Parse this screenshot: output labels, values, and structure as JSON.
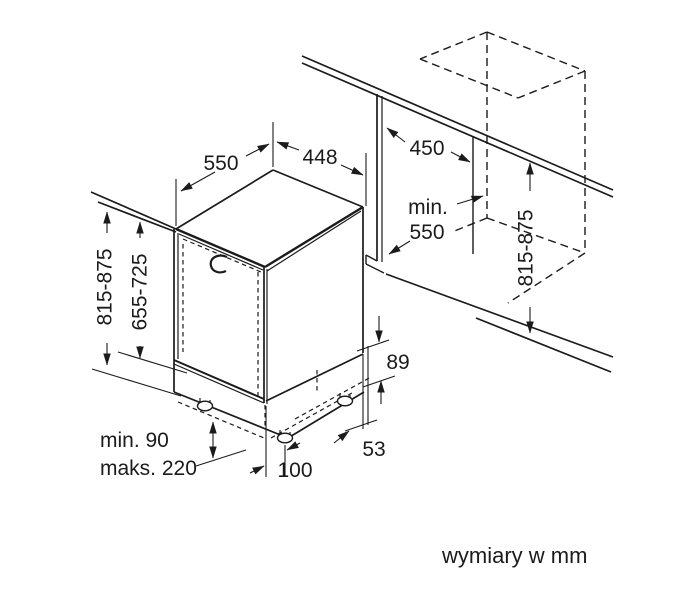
{
  "diagram": {
    "caption": "wymiary w mm",
    "labels": {
      "depth_top": "550",
      "width_top": "448",
      "niche_width": "450",
      "niche_depth_min_line1": "min.",
      "niche_depth_min_line2": "550",
      "appliance_height_range": "815-875",
      "door_panel_height_range": "655-725",
      "niche_height_range": "815-875",
      "rear_base_height": "89",
      "rear_base_inset": "53",
      "front_foot_offset": "100",
      "plinth_min": "min. 90",
      "plinth_max": "maks. 220"
    },
    "colors": {
      "line": "#1b1b1b",
      "background": "#ffffff"
    }
  }
}
